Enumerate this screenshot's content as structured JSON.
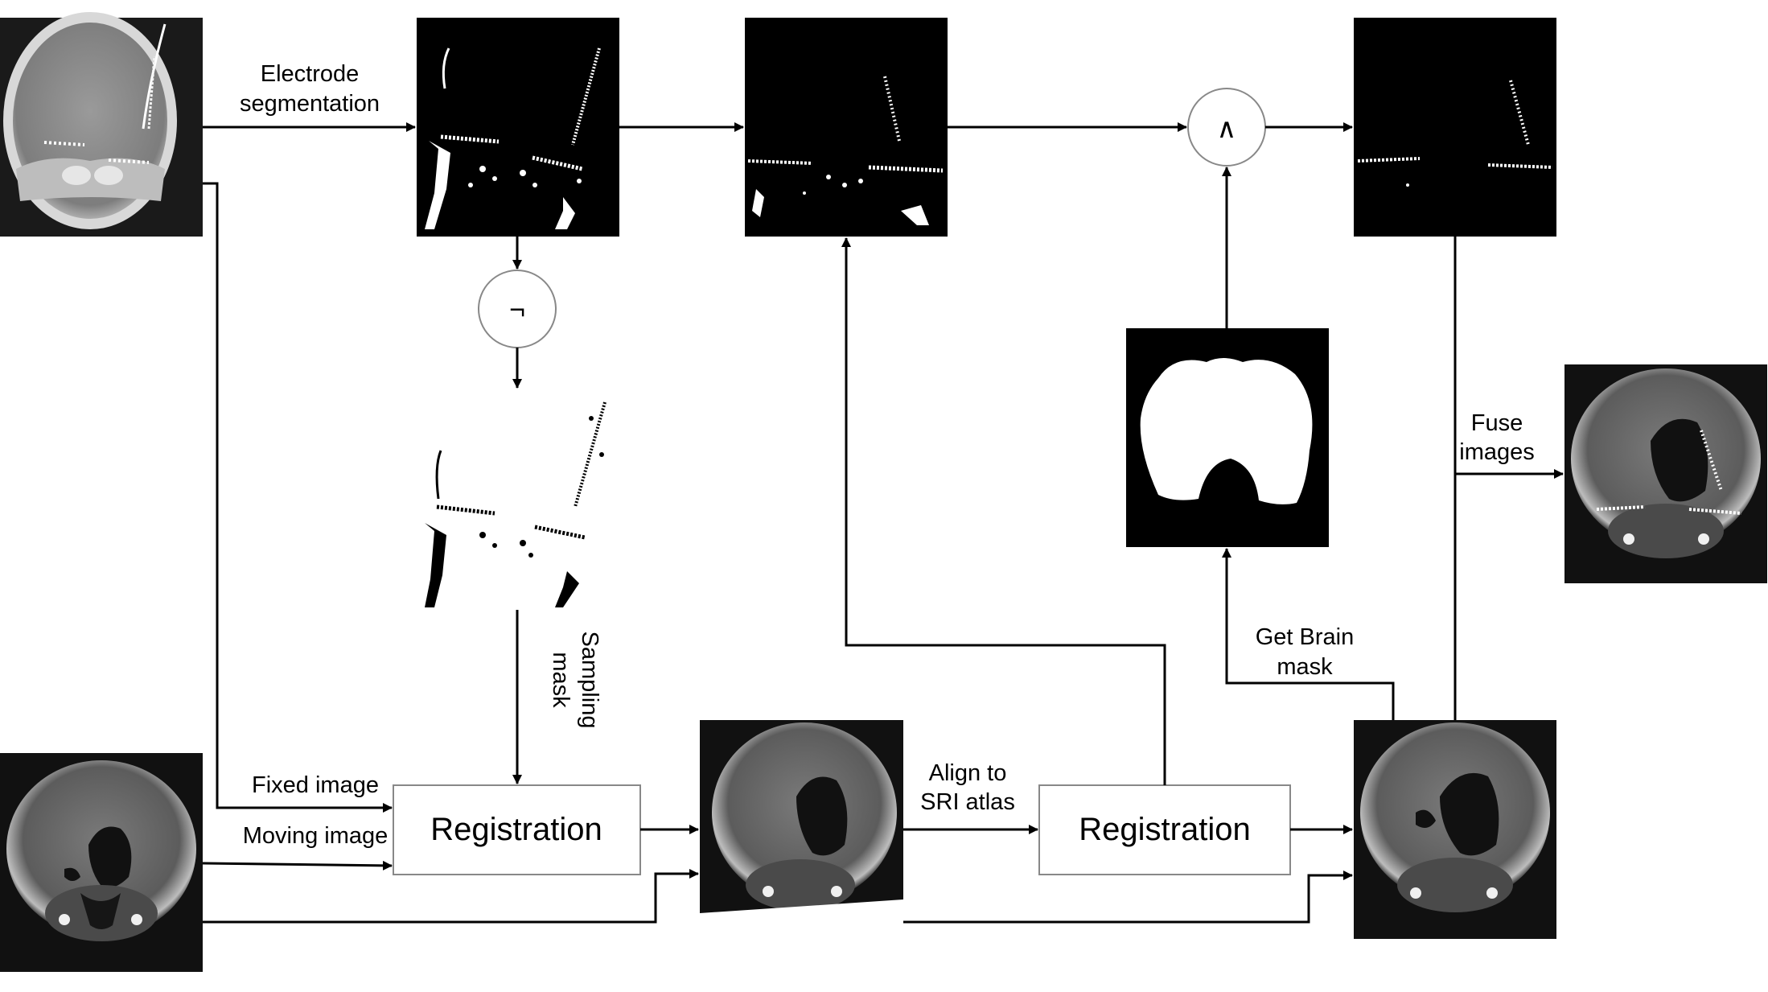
{
  "diagram": {
    "nodes": {
      "ct_input": {
        "kind": "image",
        "icon": "ct-coronal-scan-image"
      },
      "seg_mask": {
        "kind": "image",
        "icon": "electrode-segmentation-mask-image"
      },
      "inverted_mask": {
        "kind": "image",
        "icon": "inverted-mask-image"
      },
      "reg_seg_mask": {
        "kind": "image",
        "icon": "registered-segmentation-mask-image"
      },
      "brain_mask": {
        "kind": "image",
        "icon": "brain-mask-image"
      },
      "and_result": {
        "kind": "image",
        "icon": "electrode-only-mask-image"
      },
      "mri_input": {
        "kind": "image",
        "icon": "mri-coronal-input-image"
      },
      "mri_registered": {
        "kind": "image",
        "icon": "mri-registered-image"
      },
      "mri_atlas": {
        "kind": "image",
        "icon": "mri-atlas-aligned-image"
      },
      "fused": {
        "kind": "image",
        "icon": "fused-output-image"
      },
      "registration_1": {
        "kind": "box",
        "label": "Registration"
      },
      "registration_2": {
        "kind": "box",
        "label": "Registration"
      },
      "not_op": {
        "kind": "operator",
        "symbol": "¬"
      },
      "and_op": {
        "kind": "operator",
        "symbol": "∧"
      }
    },
    "edge_labels": {
      "electrode_segmentation": [
        "Electrode",
        "segmentation"
      ],
      "fixed_image": "Fixed image",
      "moving_image": "Moving image",
      "sampling_mask": [
        "Sampling",
        "mask"
      ],
      "align_atlas": [
        "Align to",
        "SRI atlas"
      ],
      "brain_mask": [
        "Get Brain",
        "mask"
      ],
      "fuse_images": [
        "Fuse",
        "images"
      ]
    },
    "colors": {
      "ink": "#000000",
      "image_bg": "#000000",
      "mask_fg": "#ffffff",
      "box_border": "#888888",
      "scan_tissue": "#8a8a8a"
    }
  }
}
